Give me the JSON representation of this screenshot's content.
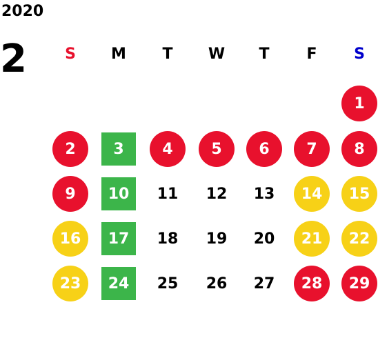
{
  "calendar": {
    "year": "2020",
    "month": "2",
    "weekdays": [
      {
        "label": "S",
        "color": "#e8112d"
      },
      {
        "label": "M",
        "color": "#000000"
      },
      {
        "label": "T",
        "color": "#000000"
      },
      {
        "label": "W",
        "color": "#000000"
      },
      {
        "label": "T",
        "color": "#000000"
      },
      {
        "label": "F",
        "color": "#000000"
      },
      {
        "label": "S",
        "color": "#0000cc"
      }
    ],
    "days": [
      {
        "day": "1",
        "style": "red"
      },
      {
        "day": "2",
        "style": "red"
      },
      {
        "day": "3",
        "style": "green"
      },
      {
        "day": "4",
        "style": "red"
      },
      {
        "day": "5",
        "style": "red"
      },
      {
        "day": "6",
        "style": "red"
      },
      {
        "day": "7",
        "style": "red"
      },
      {
        "day": "8",
        "style": "red"
      },
      {
        "day": "9",
        "style": "red"
      },
      {
        "day": "10",
        "style": "green"
      },
      {
        "day": "11",
        "style": "plain"
      },
      {
        "day": "12",
        "style": "plain"
      },
      {
        "day": "13",
        "style": "plain"
      },
      {
        "day": "14",
        "style": "yellow"
      },
      {
        "day": "15",
        "style": "yellow"
      },
      {
        "day": "16",
        "style": "yellow"
      },
      {
        "day": "17",
        "style": "green"
      },
      {
        "day": "18",
        "style": "plain"
      },
      {
        "day": "19",
        "style": "plain"
      },
      {
        "day": "20",
        "style": "plain"
      },
      {
        "day": "21",
        "style": "yellow"
      },
      {
        "day": "22",
        "style": "yellow"
      },
      {
        "day": "23",
        "style": "yellow"
      },
      {
        "day": "24",
        "style": "green"
      },
      {
        "day": "25",
        "style": "plain"
      },
      {
        "day": "26",
        "style": "plain"
      },
      {
        "day": "27",
        "style": "plain"
      },
      {
        "day": "28",
        "style": "red"
      },
      {
        "day": "29",
        "style": "red"
      }
    ],
    "colors": {
      "red": "#e8112d",
      "yellow": "#f7d117",
      "green": "#3cb54a"
    }
  }
}
